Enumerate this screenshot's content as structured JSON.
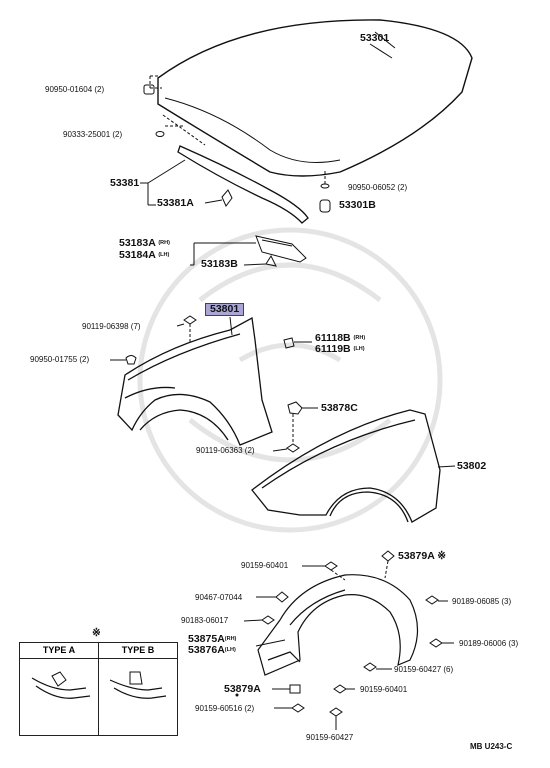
{
  "diagram_code": "MB U243-C",
  "legend": {
    "mark": "※",
    "type_a": "TYPE A",
    "type_b": "TYPE B"
  },
  "labels": {
    "p53301": "53301",
    "p90950_01604": "90950-01604 (2)",
    "p90333_25001": "90333-25001 (2)",
    "p90950_06052": "90950-06052 (2)",
    "p53381": "53381",
    "p53381A": "53381A",
    "p53301B": "53301B",
    "p53183A": "53183A",
    "p53183A_side": "(RH)",
    "p53184A": "53184A",
    "p53184A_side": "(LH)",
    "p53183B": "53183B",
    "p53801": "53801",
    "p90119_06398": "90119-06398 (7)",
    "p90950_01755": "90950-01755 (2)",
    "p61118B": "61118B",
    "p61118B_side": "(RH)",
    "p61119B": "61119B",
    "p61119B_side": "(LH)",
    "p53878C": "53878C",
    "p90119_06363": "90119-06363 (2)",
    "p53802": "53802",
    "p90159_60401a": "90159-60401",
    "p53879A_mark": "53879A ※",
    "p90467_07044": "90467-07044",
    "p90189_06085": "90189-06085 (3)",
    "p90183_06017": "90183-06017",
    "p53875A": "53875A",
    "p53875A_side": "(RH)",
    "p53876A": "53876A",
    "p53876A_side": "(LH)",
    "p90189_06006": "90189-06006 (3)",
    "p90159_60427_6": "90159-60427 (6)",
    "p53879A": "53879A",
    "p90159_60401b": "90159-60401",
    "p90159_60516": "90159-60516 (2)",
    "p90159_60427": "90159-60427"
  }
}
